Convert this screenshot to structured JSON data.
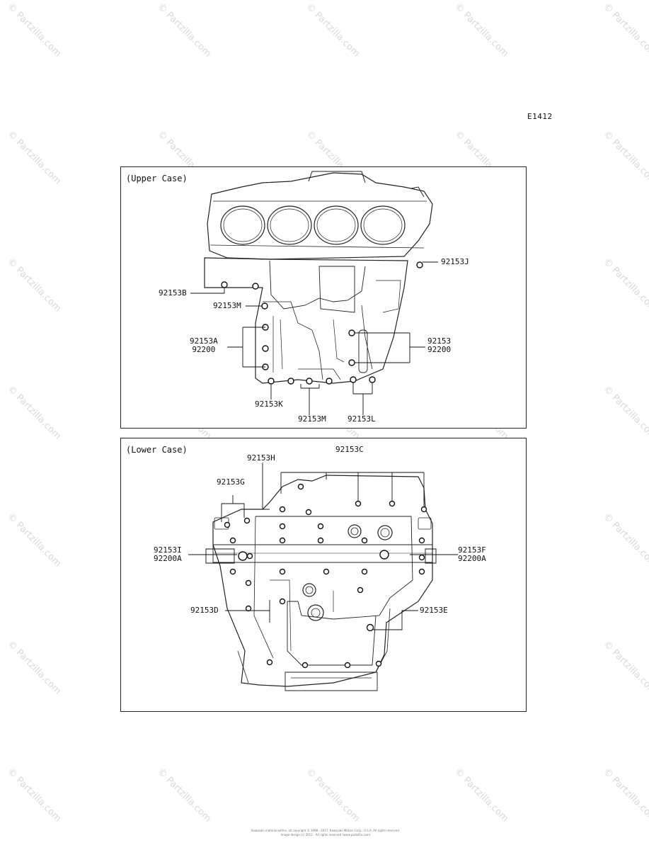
{
  "watermark": "© Partzilla.com",
  "diagram_code": "E1412",
  "upper": {
    "title": "(Upper Case)",
    "labels": {
      "j": "92153J",
      "b": "92153B",
      "m1": "92153M",
      "a_part1": "92153A",
      "a_part2": "92200",
      "r_part1": "92153",
      "r_part2": "92200",
      "k": "92153K",
      "m2": "92153M",
      "l": "92153L"
    }
  },
  "lower": {
    "title": "(Lower Case)",
    "labels": {
      "c": "92153C",
      "h": "92153H",
      "g": "92153G",
      "i_part1": "92153I",
      "i_part2": "92200A",
      "f_part1": "92153F",
      "f_part2": "92200A",
      "d": "92153D",
      "e": "92153E"
    }
  },
  "footer": {
    "line1": "Kawasaki material within, all copyright © 1998 - 2017, Kawasaki Motors Corp., U.S.A. All rights reserved.",
    "line2": "Image design (c) 2012 - All rights reserved (www.partzilla.com)"
  }
}
